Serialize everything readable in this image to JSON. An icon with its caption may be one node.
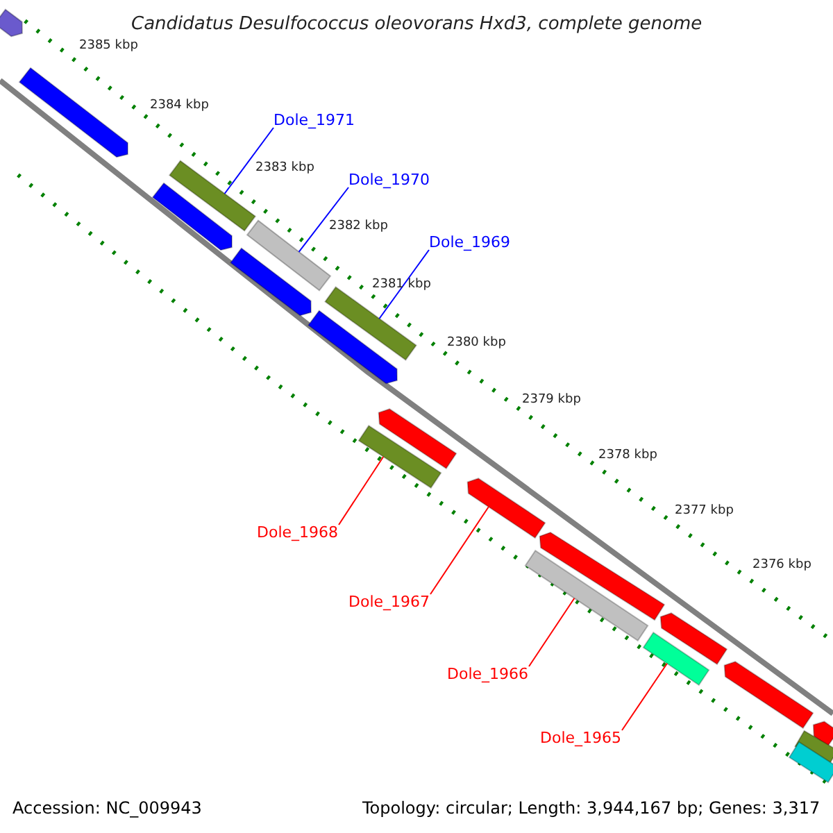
{
  "diagram": {
    "title": "Candidatus Desulfococcus oleovorans Hxd3, complete genome",
    "nodes": [
      {
        "text": [
          "Dole_1971"
        ]
      },
      {
        "text": [],
        "shape": "bar"
      },
      {
        "text": [
          "Dole_1970"
        ]
      },
      {
        "text": [],
        "shape": "bar"
      },
      {
        "text": [
          "Dole_1969"
        ]
      },
      {
        "text": [],
        "shape": "bar"
      },
      {
        "text": [
          "Dole_1968"
        ]
      },
      {
        "text": [],
        "shape": "bar"
      },
      {
        "text": [
          "Dole_1967"
        ]
      },
      {
        "text": [],
        "shape": "arrow"
      },
      {
        "text": [
          "Dole_1966"
        ]
      },
      {
        "text": [],
        "shape": "bar"
      },
      {
        "text": [
          "Dole_1965"
        ]
      },
      {
        "text": [],
        "shape": "bar"
      },
      {
        "text": [],
        "shape": "arrow"
      },
      {
        "text": [],
        "shape": "arrow"
      },
      {
        "text": [],
        "shape": "arrow"
      },
      {
        "text": [],
        "shape": "arrow"
      },
      {
        "text": [],
        "shape": "arrow"
      },
      {
        "text": [],
        "shape": "arrow"
      },
      {
        "text": [],
        "shape": "arrow"
      },
      {
        "text": [],
        "shape": "arrow"
      },
      {
        "text": [],
        "shape": "arrow"
      },
      {
        "text": [],
        "shape": "arrow"
      },
      {
        "text": [],
        "shape": "bar"
      },
      {
        "text": [],
        "shape": "bar"
      }
    ],
    "edges": [
      {
        "from": 0,
        "to": 1,
        "arrow": "none",
        "color": "#0000ff"
      },
      {
        "from": 2,
        "to": 3,
        "arrow": "none",
        "color": "#0000ff"
      },
      {
        "from": 4,
        "to": 5,
        "arrow": "none",
        "color": "#0000ff"
      },
      {
        "from": 6,
        "to": 7,
        "arrow": "none"
      },
      {
        "from": 8,
        "to": 9,
        "arrow": "none"
      },
      {
        "from": 10,
        "to": 11,
        "arrow": "none"
      },
      {
        "from": 12,
        "to": 13,
        "arrow": "none"
      }
    ],
    "labels": [
      "2385 kbp",
      "2384 kbp",
      "2383 kbp",
      "2382 kbp",
      "2381 kbp",
      "2380 kbp",
      "2379 kbp",
      "2378 kbp",
      "2377 kbp",
      "2376 kbp",
      "Accession: NC_009943",
      "Topology: circular; Length: 3,944,167 bp; Genes: 3,317"
    ]
  }
}
